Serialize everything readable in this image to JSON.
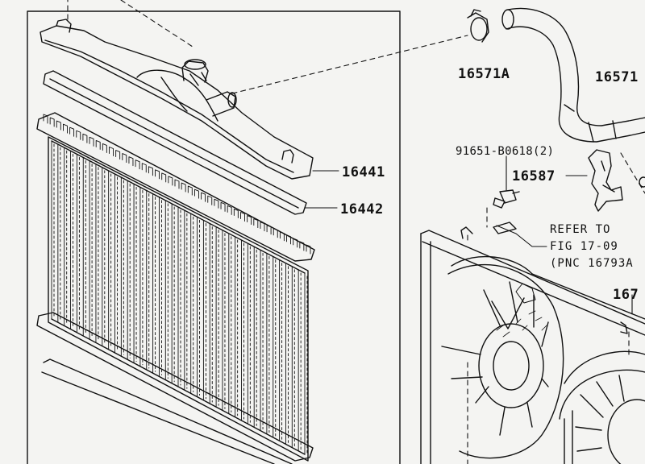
{
  "callouts": {
    "p16441": "16441",
    "p16442": "16442",
    "p16571A": "16571A",
    "p16571": "16571",
    "p91651": "91651-B0618(2)",
    "p16587": "16587",
    "p167": "167"
  },
  "refer_note": {
    "line1": "REFER TO",
    "line2": "FIG 17-09",
    "line3": "(PNC 16793A"
  },
  "colors": {
    "ink": "#111111",
    "background": "#f4f4f2"
  }
}
